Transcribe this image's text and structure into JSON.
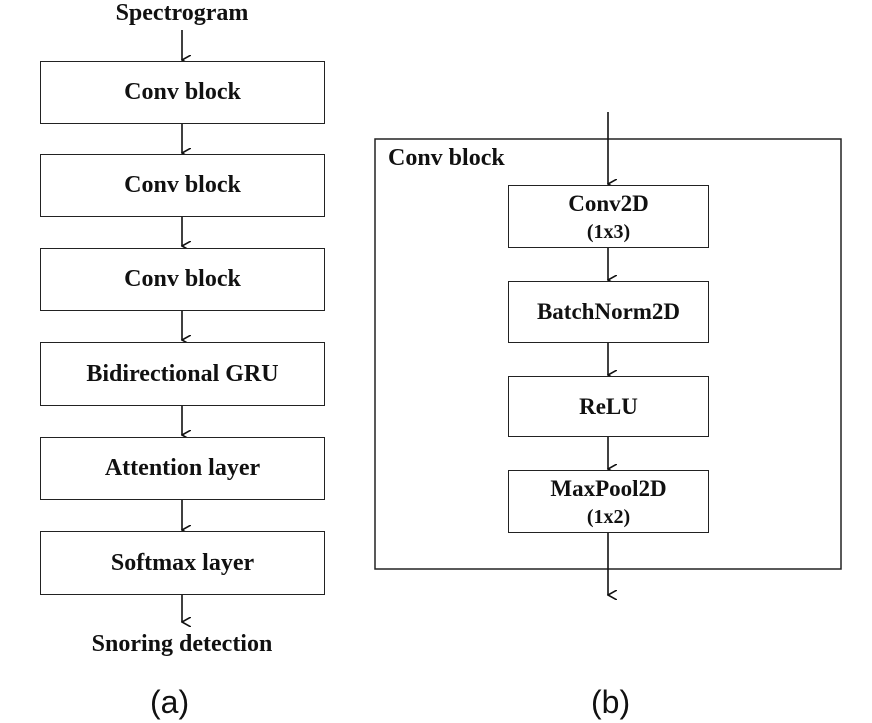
{
  "panel_a": {
    "input_label": "Spectrogram",
    "blocks": [
      "Conv block",
      "Conv block",
      "Conv block",
      "Bidirectional GRU",
      "Attention layer",
      "Softmax layer"
    ],
    "output_label": "Snoring detection",
    "caption": "(a)"
  },
  "panel_b": {
    "container_title": "Conv block",
    "layers": [
      {
        "name": "Conv2D",
        "param": "(1x3)"
      },
      {
        "name": "BatchNorm2D",
        "param": ""
      },
      {
        "name": "ReLU",
        "param": ""
      },
      {
        "name": "MaxPool2D",
        "param": "(1x2)"
      }
    ],
    "caption": "(b)"
  }
}
